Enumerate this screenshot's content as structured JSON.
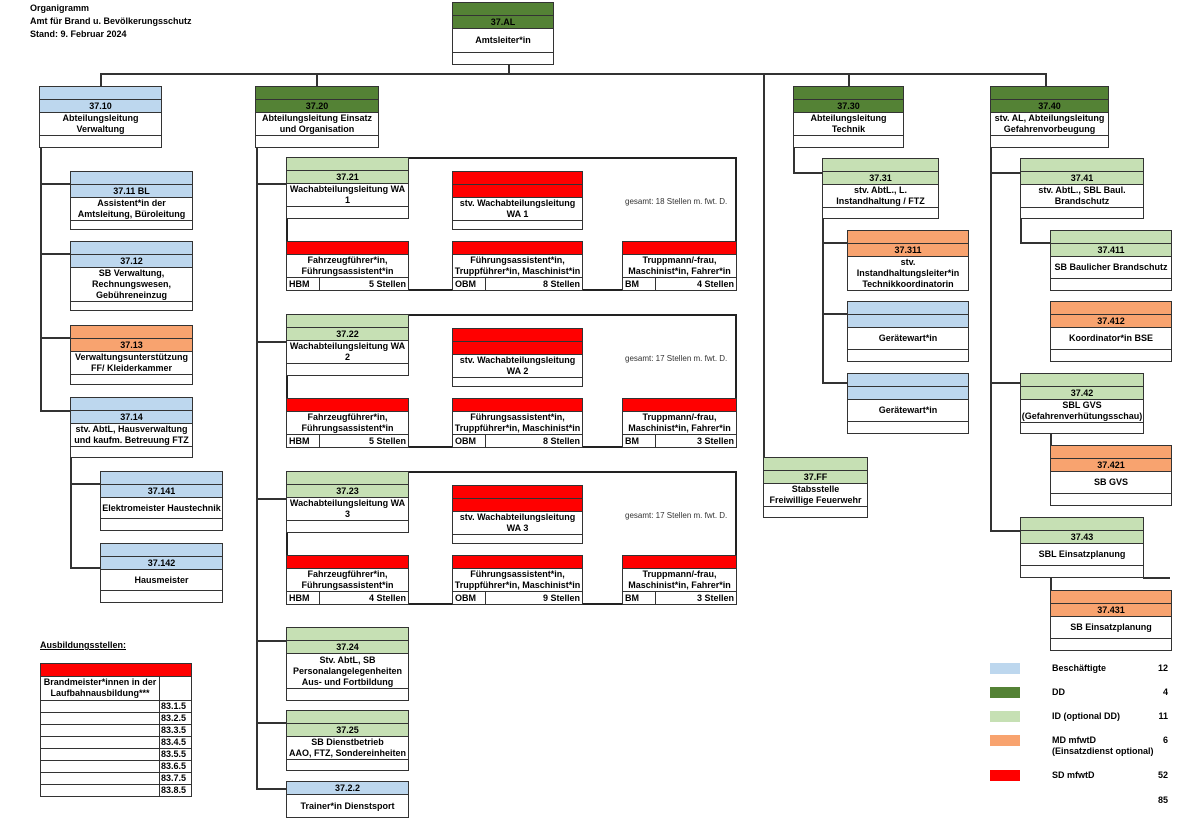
{
  "header": {
    "title": "Organigramm",
    "office": "Amt für Brand u. Bevölkerungsschutz",
    "date": "Stand: 9. Februar 2024"
  },
  "colors": {
    "beschaeftigte": "#bdd7ee",
    "dd": "#548235",
    "id": "#c6e0b4",
    "md": "#f8a36f",
    "sd": "#ff0000"
  },
  "boxes": {
    "al": {
      "code": "37.AL",
      "text": "Amtsleiter*in",
      "color": "dd"
    },
    "b3710": {
      "code": "37.10",
      "text": "Abteilungsleitung\nVerwaltung",
      "color": "beschaeftigte"
    },
    "b3720": {
      "code": "37.20",
      "text": "Abteilungsleitung Einsatz\nund Organisation",
      "color": "dd"
    },
    "b3730": {
      "code": "37.30",
      "text": "Abteilungsleitung\nTechnik",
      "color": "dd"
    },
    "b3740": {
      "code": "37.40",
      "text": "stv. AL, Abteilungsleitung\nGefahrenvorbeugung",
      "color": "dd"
    },
    "b3711": {
      "code": "37.11 BL",
      "text": "Assistent*in der\nAmtsleitung, Büroleitung",
      "color": "beschaeftigte"
    },
    "b3712": {
      "code": "37.12",
      "text": "SB Verwaltung,\nRechnungswesen,\nGebühreneinzug",
      "color": "beschaeftigte"
    },
    "b3713": {
      "code": "37.13",
      "text": "Verwaltungsunterstützung\nFF/ Kleiderkammer",
      "color": "md"
    },
    "b3714": {
      "code": "37.14",
      "text": "stv. AbtL, Hausverwaltung\nund kaufm. Betreuung FTZ",
      "color": "beschaeftigte"
    },
    "b37141": {
      "code": "37.141",
      "text": "Elektromeister Haustechnik",
      "color": "beschaeftigte"
    },
    "b37142": {
      "code": "37.142",
      "text": "Hausmeister",
      "color": "beschaeftigte"
    },
    "b3724": {
      "code": "37.24",
      "text": "Stv. AbtL, SB\nPersonalangelegenheiten\nAus- und Fortbildung",
      "color": "id"
    },
    "b3725": {
      "code": "37.25",
      "text": "SB Dienstbetrieb\nAAO, FTZ, Sondereinheiten",
      "color": "id"
    },
    "b37FF": {
      "code": "37.FF",
      "text": "Stabsstelle\nFreiwillige Feuerwehr",
      "color": "id"
    },
    "b3731": {
      "code": "37.31",
      "text": "stv. AbtL.,                    L.\nInstandhaltung / FTZ",
      "color": "id"
    },
    "b37311": {
      "code": "37.311",
      "text": "stv. Instandhaltungsleiter*in\nTechnikkoordinatorin",
      "color": "md"
    },
    "gw1": {
      "code": "",
      "text": "Gerätewart*in",
      "color": "beschaeftigte"
    },
    "gw2": {
      "code": "",
      "text": "Gerätewart*in",
      "color": "beschaeftigte"
    },
    "b3741": {
      "code": "37.41",
      "text": "stv. AbtL., SBL Baul.\nBrandschutz",
      "color": "id"
    },
    "b37411": {
      "code": "37.411",
      "text": "SB Baulicher Brandschutz",
      "color": "id"
    },
    "b37412": {
      "code": "37.412",
      "text": "Koordinator*in BSE",
      "color": "md"
    },
    "b3742": {
      "code": "37.42",
      "text": "SBL GVS\n(Gefahrenverhütungsschau)",
      "color": "id"
    },
    "b37421": {
      "code": "37.421",
      "text": "SB GVS",
      "color": "md"
    },
    "b3743": {
      "code": "37.43",
      "text": "SBL Einsatzplanung",
      "color": "id"
    },
    "b37431": {
      "code": "37.431",
      "text": "SB Einsatzplanung",
      "color": "md"
    }
  },
  "trainer": {
    "code": "37.2.2",
    "text": "Trainer*in Dienstsport"
  },
  "wachabteilungen": [
    {
      "code": "37.21",
      "leader": "Wachabteilungsleitung WA\n1",
      "deputy": "stv. Wachabteilungsleitung\nWA 1",
      "total": "gesamt: 18 Stellen m. fwt. D.",
      "groups": [
        {
          "text": "Fahrzeugführer*in,\nFührungsassistent*in",
          "grade": "HBM",
          "count": "5 Stellen"
        },
        {
          "text": "Führungsassistent*in,\nTruppführer*in, Maschinist*in",
          "grade": "OBM",
          "count": "8 Stellen"
        },
        {
          "text": "Truppmann/-frau,\nMaschinist*in, Fahrer*in",
          "grade": "BM",
          "count": "4 Stellen"
        }
      ]
    },
    {
      "code": "37.22",
      "leader": "Wachabteilungsleitung WA\n2",
      "deputy": "stv. Wachabteilungsleitung\nWA 2",
      "total": "gesamt: 17 Stellen m. fwt. D.",
      "groups": [
        {
          "text": "Fahrzeugführer*in,\nFührungsassistent*in",
          "grade": "HBM",
          "count": "5 Stellen"
        },
        {
          "text": "Führungsassistent*in,\nTruppführer*in, Maschinist*in",
          "grade": "OBM",
          "count": "8 Stellen"
        },
        {
          "text": "Truppmann/-frau,\nMaschinist*in, Fahrer*in",
          "grade": "BM",
          "count": "3 Stellen"
        }
      ]
    },
    {
      "code": "37.23",
      "leader": "Wachabteilungsleitung WA\n3",
      "deputy": "stv. Wachabteilungsleitung\nWA 3",
      "total": "gesamt: 17 Stellen m. fwt. D.",
      "groups": [
        {
          "text": "Fahrzeugführer*in,\nFührungsassistent*in",
          "grade": "HBM",
          "count": "4 Stellen"
        },
        {
          "text": "Führungsassistent*in,\nTruppführer*in, Maschinist*in",
          "grade": "OBM",
          "count": "9 Stellen"
        },
        {
          "text": "Truppmann/-frau,\nMaschinist*in, Fahrer*in",
          "grade": "BM",
          "count": "3 Stellen"
        }
      ]
    }
  ],
  "ausbildung": {
    "title": "Ausbildungsstellen:",
    "header": "Brandmeister*innen in der\nLaufbahnausbildung***",
    "codes": [
      "83.1.5",
      "83.2.5",
      "83.3.5",
      "83.4.5",
      "83.5.5",
      "83.6.5",
      "83.7.5",
      "83.8.5"
    ]
  },
  "legend": {
    "items": [
      {
        "color": "beschaeftigte",
        "label": "Beschäftigte",
        "count": "12"
      },
      {
        "color": "dd",
        "label": "DD",
        "count": "4"
      },
      {
        "color": "id",
        "label": "ID (optional DD)",
        "count": "11"
      },
      {
        "color": "md",
        "label": "MD mfwtD\n(Einsatzdienst optional)",
        "count": "6"
      },
      {
        "color": "sd",
        "label": "SD mfwtD",
        "count": "52"
      }
    ],
    "total": "85"
  }
}
